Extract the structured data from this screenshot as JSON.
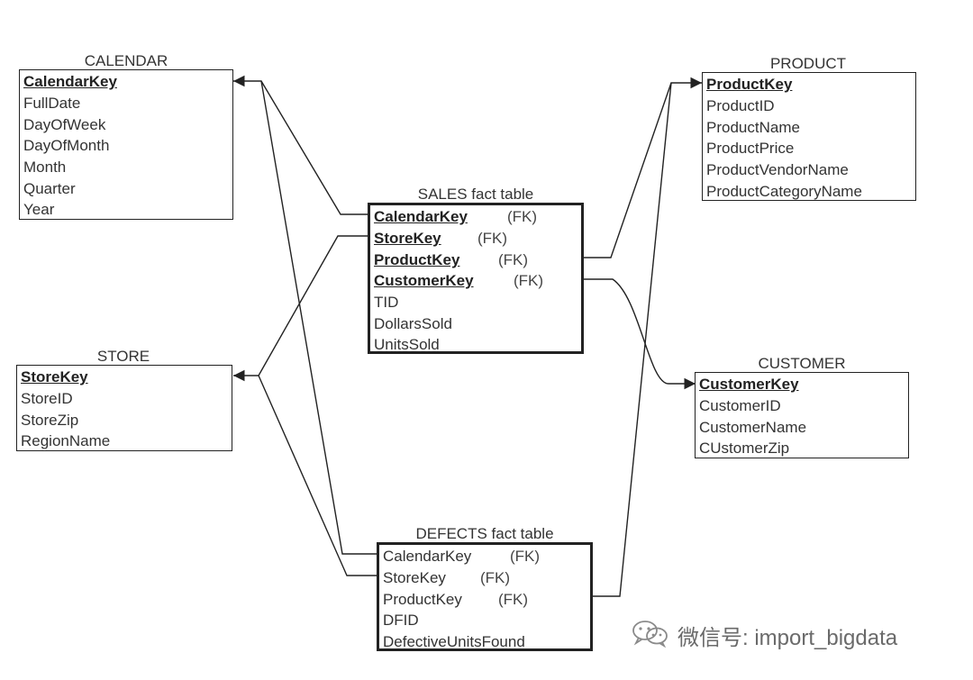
{
  "tables": {
    "calendar": {
      "title": "CALENDAR",
      "key": "CalendarKey",
      "fields": [
        "FullDate",
        "DayOfWeek",
        "DayOfMonth",
        "Month",
        "Quarter",
        "Year"
      ]
    },
    "product": {
      "title": "PRODUCT",
      "key": "ProductKey",
      "fields": [
        "ProductID",
        "ProductName",
        "ProductPrice",
        "ProductVendorName",
        "ProductCategoryName"
      ]
    },
    "sales": {
      "title": "SALES fact table",
      "fk_rows": [
        {
          "name": "CalendarKey",
          "fk": "(FK)"
        },
        {
          "name": "StoreKey",
          "fk": "(FK)"
        },
        {
          "name": "ProductKey",
          "fk": "(FK)"
        },
        {
          "name": "CustomerKey",
          "fk": "(FK)"
        }
      ],
      "fields": [
        "TID",
        "DollarsSold",
        "UnitsSold"
      ]
    },
    "store": {
      "title": "STORE",
      "key": "StoreKey",
      "fields": [
        "StoreID",
        "StoreZip",
        "RegionName"
      ]
    },
    "customer": {
      "title": "CUSTOMER",
      "key": "CustomerKey",
      "fields": [
        "CustomerID",
        "CustomerName",
        "CUstomerZip"
      ]
    },
    "defects": {
      "title": "DEFECTS fact table",
      "fk_rows": [
        {
          "name": "CalendarKey",
          "fk": "(FK)"
        },
        {
          "name": "StoreKey",
          "fk": "(FK)"
        },
        {
          "name": "ProductKey",
          "fk": "(FK)"
        }
      ],
      "fields": [
        "DFID",
        "DefectiveUnitsFound"
      ]
    }
  },
  "watermark": {
    "text": "微信号: import_bigdata",
    "icon": "wechat-icon"
  },
  "colors": {
    "line": "#222222",
    "text": "#333333"
  }
}
